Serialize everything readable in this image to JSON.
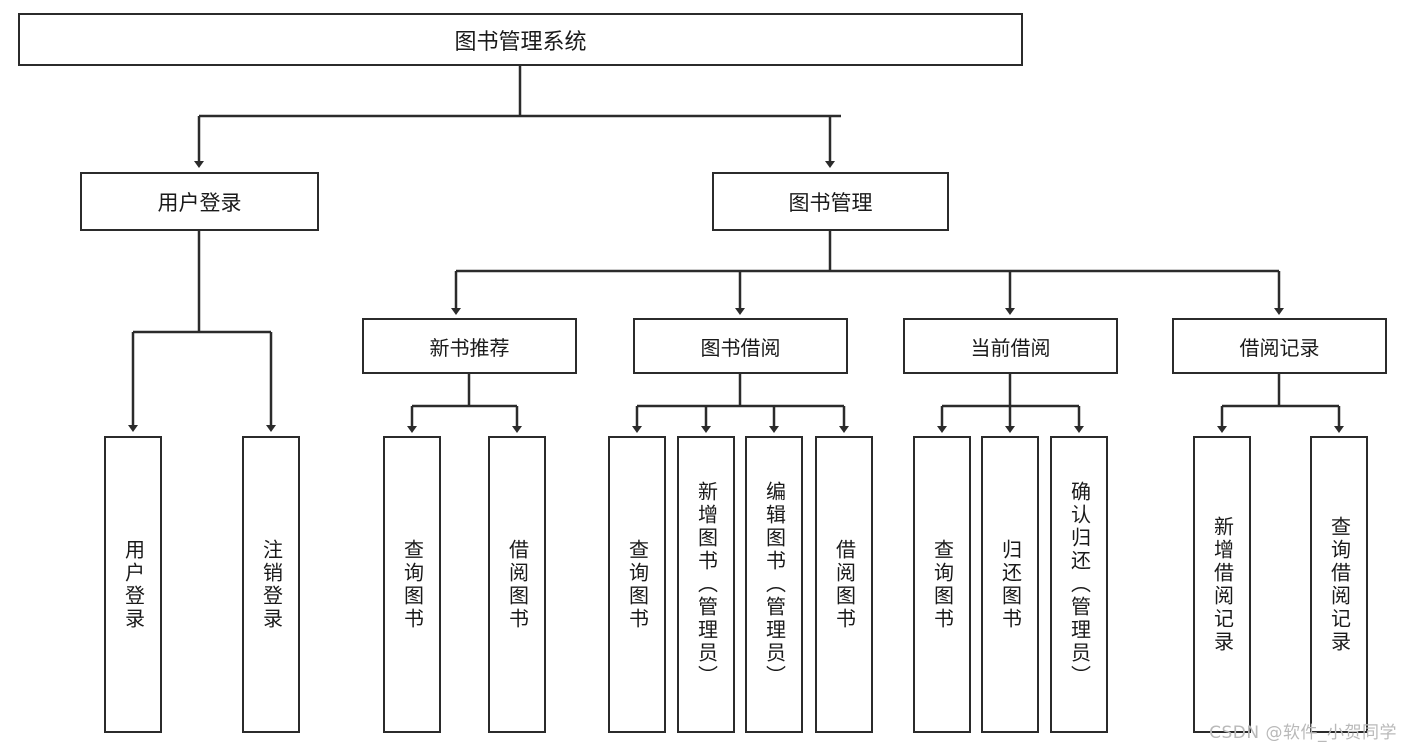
{
  "diagram": {
    "title": "图书管理系统",
    "type": "tree-hierarchy",
    "orientation": "top-down",
    "colors": {
      "stroke": "#2b2b2b",
      "fill": "#ffffff",
      "text": "#1a1a1a",
      "watermark": "#b9b9b9",
      "background": "#ffffff"
    }
  },
  "root": {
    "label": "图书管理系统"
  },
  "level1": [
    {
      "label": "用户登录"
    },
    {
      "label": "图书管理"
    }
  ],
  "level2": [
    {
      "label": "新书推荐"
    },
    {
      "label": "图书借阅"
    },
    {
      "label": "当前借阅"
    },
    {
      "label": "借阅记录"
    }
  ],
  "leaves": {
    "user_login": [
      {
        "label": "用户登录"
      },
      {
        "label": "注销登录"
      }
    ],
    "new_book_recommend": [
      {
        "label": "查询图书"
      },
      {
        "label": "借阅图书"
      }
    ],
    "book_borrow": [
      {
        "label": "查询图书"
      },
      {
        "label": "新增图书（管理员）"
      },
      {
        "label": "编辑图书（管理员）"
      },
      {
        "label": "借阅图书"
      }
    ],
    "current_borrow": [
      {
        "label": "查询图书"
      },
      {
        "label": "归还图书"
      },
      {
        "label": "确认归还（管理员）"
      }
    ],
    "borrow_record": [
      {
        "label": "新增借阅记录"
      },
      {
        "label": "查询借阅记录"
      }
    ]
  },
  "watermark": {
    "text": "CSDN @软件_小贺同学"
  }
}
